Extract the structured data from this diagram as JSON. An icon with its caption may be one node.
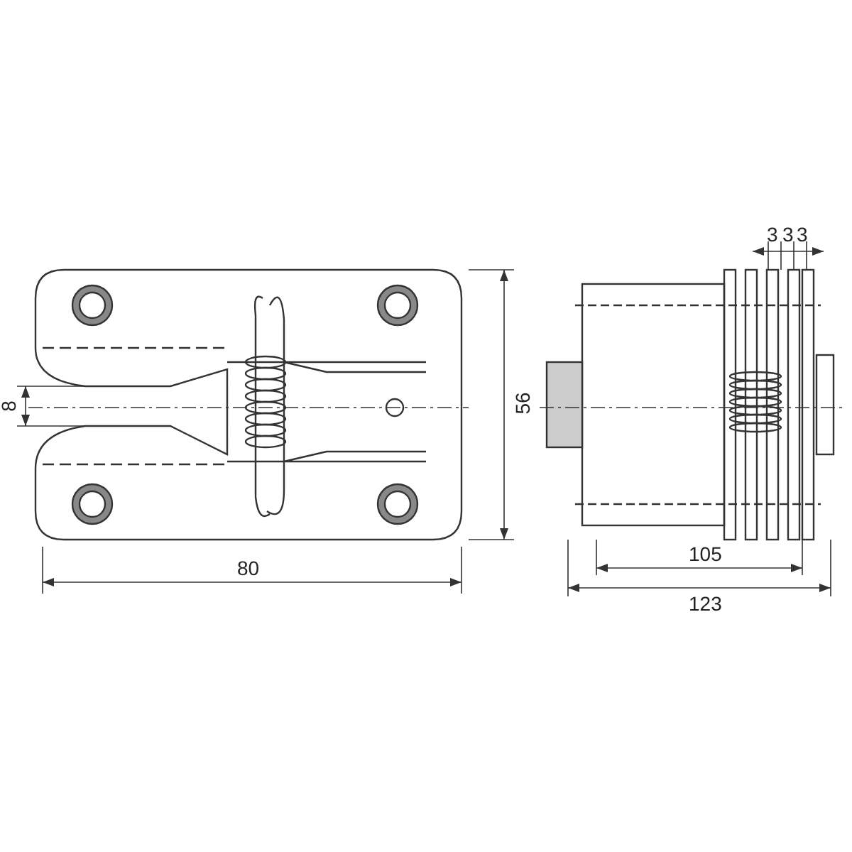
{
  "diagram": {
    "labels": [
      "3",
      "3",
      "3",
      "8",
      "56",
      "80",
      "105",
      "123"
    ]
  }
}
